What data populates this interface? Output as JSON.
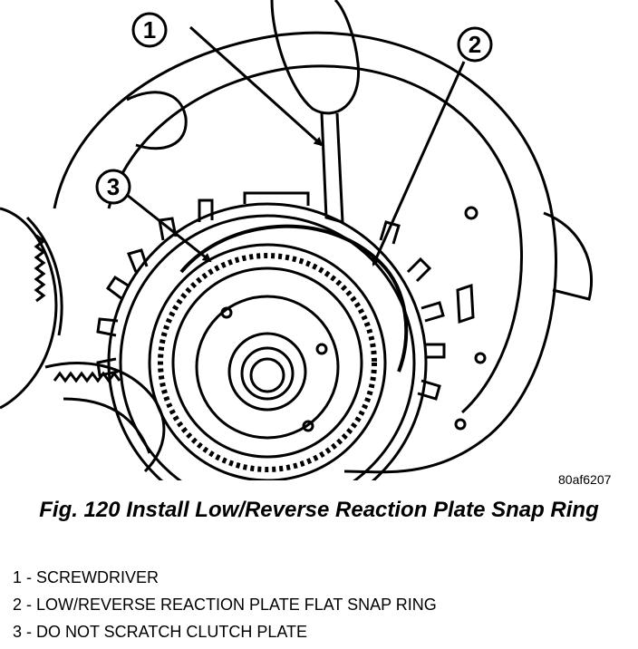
{
  "figure": {
    "code": "80af6207",
    "caption": "Fig. 120 Install Low/Reverse Reaction Plate Snap Ring"
  },
  "callouts": [
    {
      "number": "1"
    },
    {
      "number": "2"
    },
    {
      "number": "3"
    }
  ],
  "legend": [
    {
      "text": "1 - SCREWDRIVER"
    },
    {
      "text": "2 - LOW/REVERSE REACTION PLATE FLAT SNAP RING"
    },
    {
      "text": "3 - DO NOT SCRATCH CLUTCH PLATE"
    }
  ]
}
